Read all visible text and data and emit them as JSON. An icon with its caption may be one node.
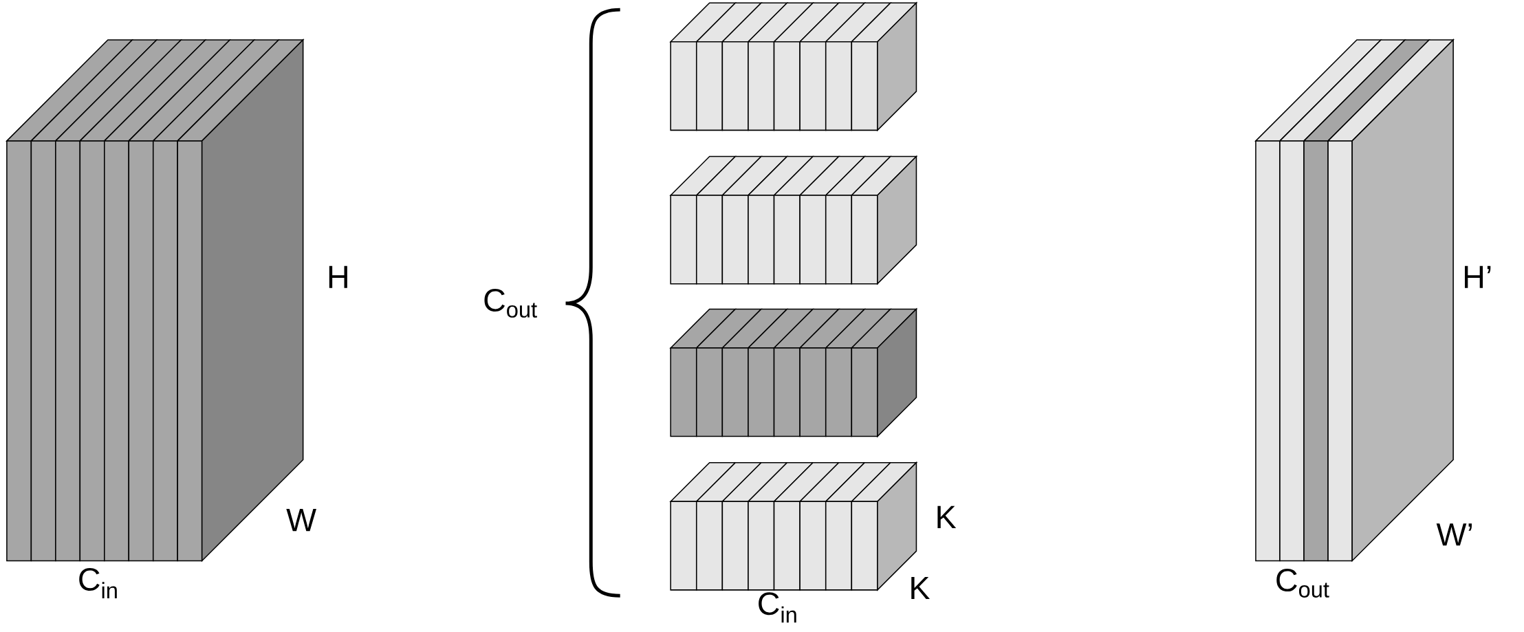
{
  "diagram": {
    "labels": [
      "H",
      "W",
      "C$_{in}$",
      "C$_{out}$",
      "K",
      "K",
      "C$_{in}$",
      "H’",
      "W’",
      "C$_{out}$"
    ]
  }
}
